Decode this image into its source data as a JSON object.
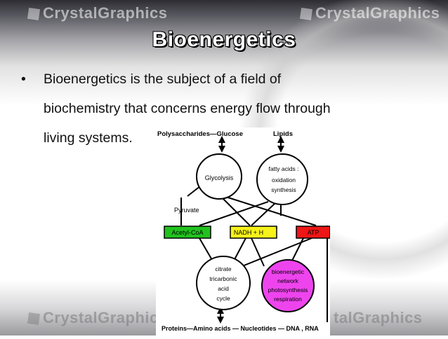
{
  "watermarks": {
    "top_left": "CrystalGraphics",
    "top_right": "CrystalGraphics",
    "bottom_left": "CrystalGraphics",
    "bottom_right": "talGraphics"
  },
  "slide": {
    "title": "Bioenergetics",
    "bullet_symbol": "•",
    "bullet_lines": [
      "Bioenergetics is the subject of a field of",
      "biochemistry that concerns energy flow through",
      "living systems."
    ]
  },
  "diagram": {
    "top_left_label": "Polysaccharides—Glucose",
    "top_right_label": "Lipids",
    "glycolysis": "Glycolysis",
    "fatty_acids": [
      "fatty acids :",
      "oxidation",
      "synthesis"
    ],
    "pyruvate": "Pyruvate",
    "acetyl_coa": "Acetyl-CoA",
    "nadh": "NADH + H",
    "nadh_sup": "+",
    "atp": "ATP",
    "tca": [
      "citrate",
      "tricarbonic",
      "acid",
      "cycle"
    ],
    "bioenergetic": [
      "bioenergetic",
      "network",
      "photosynthesis",
      "respiration"
    ],
    "bottom_label": "Proteins—Amino acids — Nucleotides — DNA , RNA",
    "colors": {
      "acetyl_coa": "#22c21e",
      "nadh": "#f6f21a",
      "atp": "#ee1616",
      "bioenergetic": "#ee44ee"
    }
  }
}
